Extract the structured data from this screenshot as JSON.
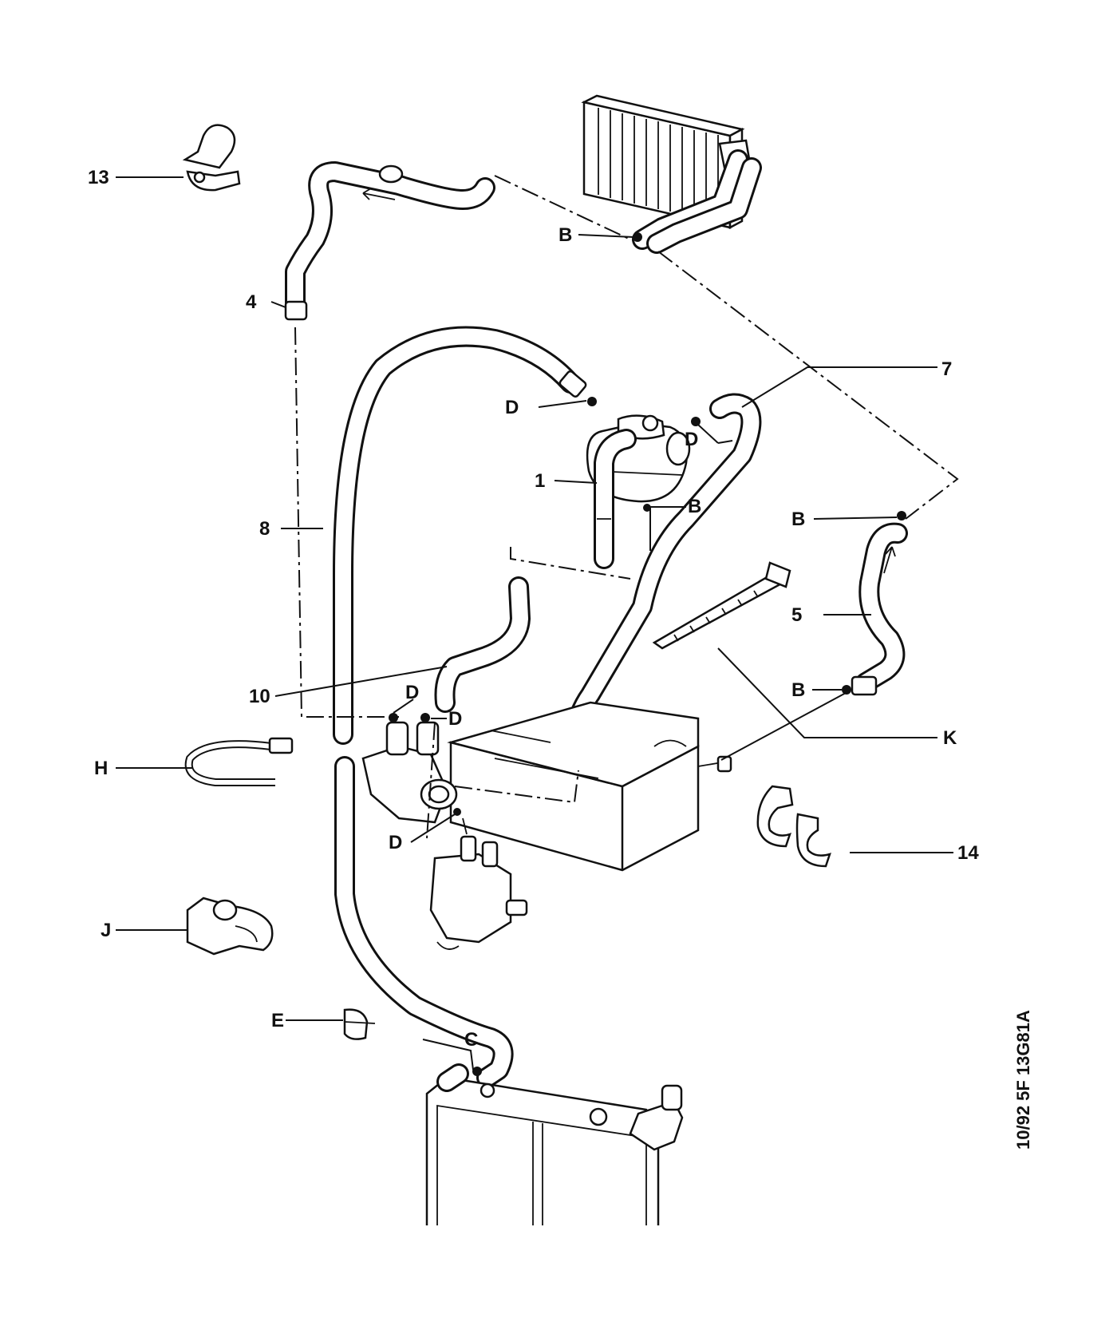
{
  "callouts": {
    "c1": "1",
    "c4": "4",
    "c5": "5",
    "c7": "7",
    "c8": "8",
    "c10": "10",
    "c13": "13",
    "c14": "14",
    "cB1": "B",
    "cB2": "B",
    "cB3": "B",
    "cB4": "B",
    "cD1": "D",
    "cD2": "D",
    "cD3": "D",
    "cD4": "D",
    "cD5": "D",
    "cC": "C",
    "cE": "E",
    "cH": "H",
    "cJ": "J",
    "cK": "K"
  },
  "reference_code": "10/92  5F 13G81A",
  "icons": {
    "heater-core": "radiator-grid-shape",
    "expansion-tank": "rounded-tank-shape",
    "thermostat-housing": "housing-shape",
    "water-pump": "pump-shape",
    "radiator": "radiator-frame-shape",
    "cable-tie": "strap-shape",
    "clamp": "clip-shape"
  }
}
